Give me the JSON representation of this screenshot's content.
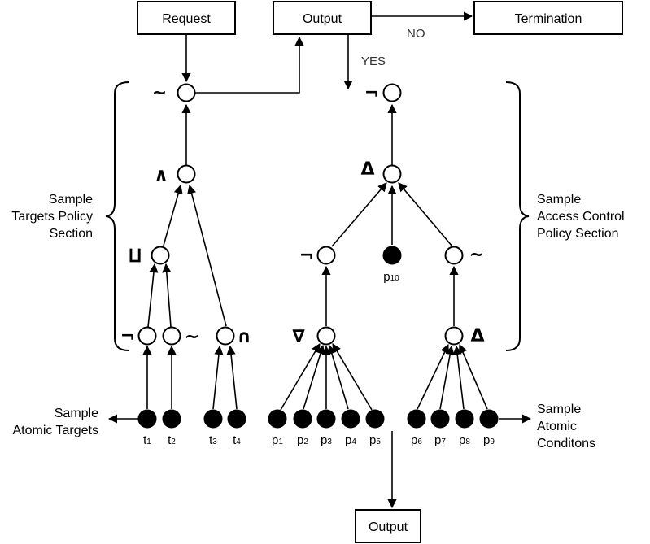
{
  "boxes": {
    "request": "Request",
    "output_top": "Output",
    "termination": "Termination",
    "output_bottom": "Output"
  },
  "flow_labels": {
    "no": "NO",
    "yes": "YES"
  },
  "section_labels": {
    "targets": [
      "Sample",
      "Targets Policy",
      "Section"
    ],
    "access": [
      "Sample",
      "Access Control",
      "Policy Section"
    ],
    "atomic_targets": [
      "Sample",
      "Atomic Targets"
    ],
    "atomic_conditions": [
      "Sample",
      "Atomic",
      "Conditons"
    ]
  },
  "operators": {
    "t_root": "~",
    "t_and": "∧",
    "t_join": "⨿",
    "t_not": "¬",
    "t_tilde": "~",
    "t_cap": "∩",
    "p_root": "¬",
    "p_delta": "Δ",
    "p_not": "¬",
    "p_tilde": "~",
    "p_nabla": "∇",
    "p_delta2": "Δ"
  },
  "atoms": {
    "t1": [
      "t",
      "1"
    ],
    "t2": [
      "t",
      "2"
    ],
    "t3": [
      "t",
      "3"
    ],
    "t4": [
      "t",
      "4"
    ],
    "p1": [
      "p",
      "1"
    ],
    "p2": [
      "p",
      "2"
    ],
    "p3": [
      "p",
      "3"
    ],
    "p4": [
      "p",
      "4"
    ],
    "p5": [
      "p",
      "5"
    ],
    "p6": [
      "p",
      "6"
    ],
    "p7": [
      "p",
      "7"
    ],
    "p8": [
      "p",
      "8"
    ],
    "p9": [
      "p",
      "9"
    ],
    "p10": [
      "p",
      "10"
    ]
  },
  "colors": {
    "stroke": "#000000",
    "background": "#ffffff",
    "flow_label": "#333333"
  }
}
